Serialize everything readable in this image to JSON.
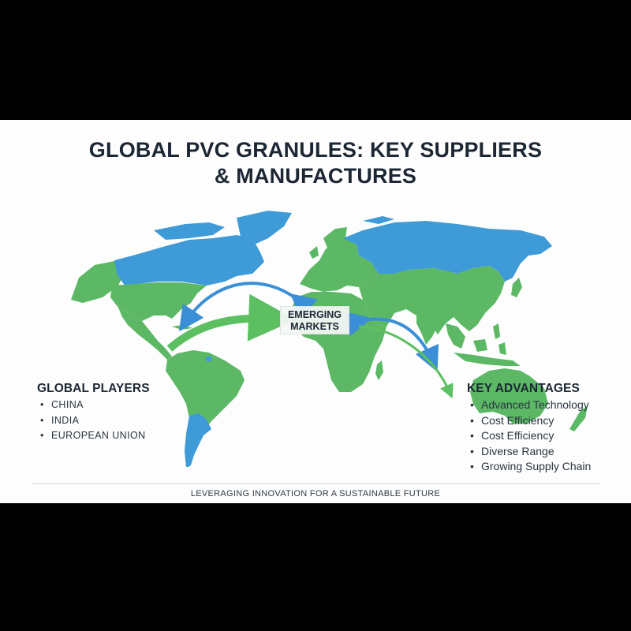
{
  "slide": {
    "title_line1": "GLOBAL PVC GRANULES: KEY SUPPLIERS",
    "title_line2": "& MANUFACTURES",
    "callout": {
      "line1": "EMERGING",
      "line2": "MARKETS"
    },
    "global_players": {
      "heading": "GLOBAL PLAYERS",
      "items": [
        "CHINA",
        "INDIA",
        "EUROPEAN UNION"
      ]
    },
    "key_advantages": {
      "heading": "KEY ADVANTAGES",
      "items": [
        "Advanced Technology",
        "Cost Efficiency",
        "Cost Efficiency",
        "Diverse Range",
        "Growing Supply Chain"
      ]
    },
    "footer": "LEVERAGING INNOVATION FOR A SUSTAINABLE FUTURE"
  },
  "map": {
    "highlight_color_blue": "#3f9bd8",
    "region_color_green": "#5cb865",
    "arrow_blue": "#3a8fd6",
    "arrow_green": "#5cc062",
    "blue_regions": [
      "Canada",
      "Greenland",
      "Russia",
      "Argentina",
      "Svalbard"
    ],
    "arrows": [
      {
        "from": "Europe/North Africa",
        "to": "Caribbean",
        "color": "blue",
        "type": "double"
      },
      {
        "from": "South America",
        "to": "Emerging Markets",
        "color": "green"
      },
      {
        "from": "Emerging Markets",
        "to": "Indian Ocean",
        "color": "blue",
        "type": "double"
      },
      {
        "from": "East Africa",
        "to": "Australia",
        "color": "green"
      }
    ]
  }
}
